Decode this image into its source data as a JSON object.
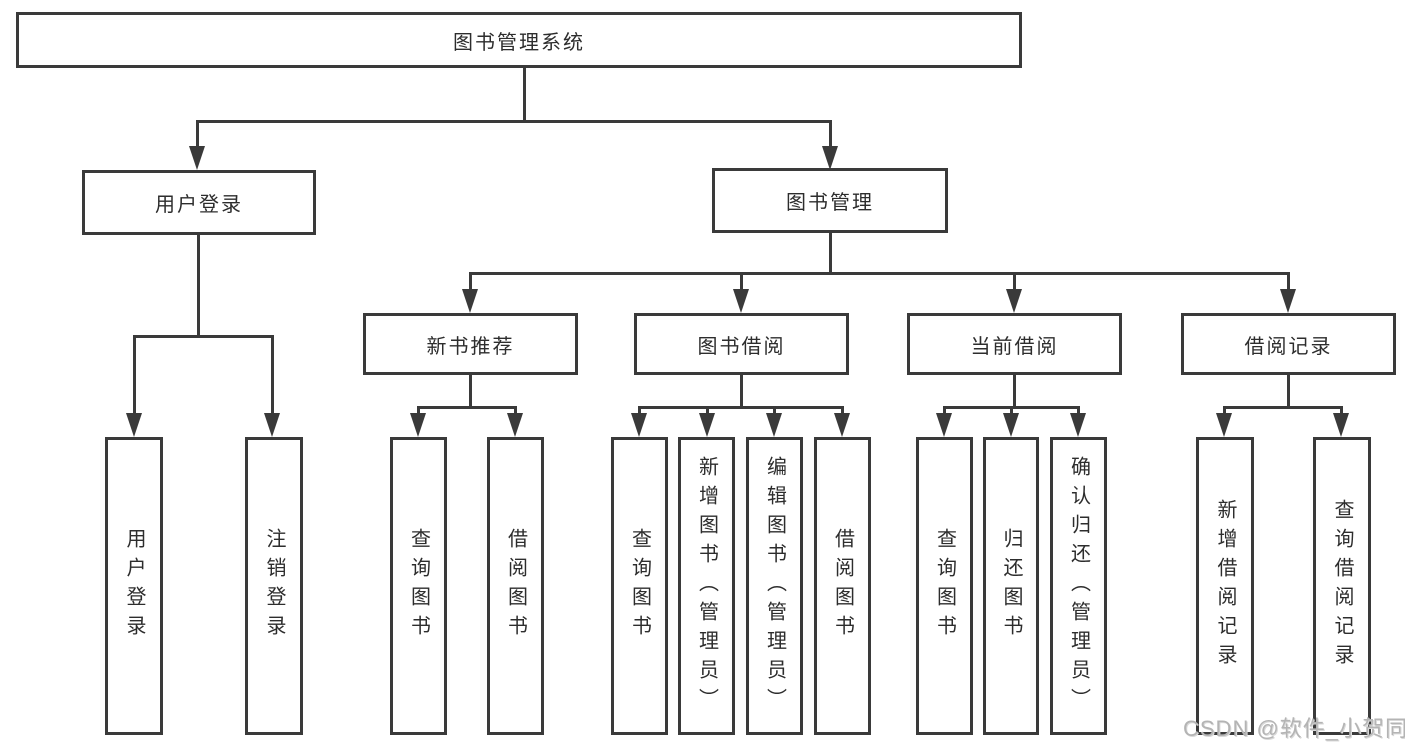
{
  "diagram": {
    "type": "hierarchy",
    "watermark": "CSDN @软件_小贺同学",
    "colors": {
      "line": "#3a3a3a",
      "box_border": "#3a3a3a",
      "text": "#2d2d2d",
      "background": "#ffffff",
      "watermark": "#b4b4b4"
    },
    "tree": {
      "label": "图书管理系统",
      "children": [
        {
          "label": "用户登录",
          "children": [
            {
              "label": "用户登录"
            },
            {
              "label": "注销登录"
            }
          ]
        },
        {
          "label": "图书管理",
          "children": [
            {
              "label": "新书推荐",
              "children": [
                {
                  "label": "查询图书"
                },
                {
                  "label": "借阅图书"
                }
              ]
            },
            {
              "label": "图书借阅",
              "children": [
                {
                  "label": "查询图书"
                },
                {
                  "label": "新增图书（管理员）"
                },
                {
                  "label": "编辑图书（管理员）"
                },
                {
                  "label": "借阅图书"
                }
              ]
            },
            {
              "label": "当前借阅",
              "children": [
                {
                  "label": "查询图书"
                },
                {
                  "label": "归还图书"
                },
                {
                  "label": "确认归还（管理员）"
                }
              ]
            },
            {
              "label": "借阅记录",
              "children": [
                {
                  "label": "新增借阅记录"
                },
                {
                  "label": "查询借阅记录"
                }
              ]
            }
          ]
        }
      ]
    }
  }
}
